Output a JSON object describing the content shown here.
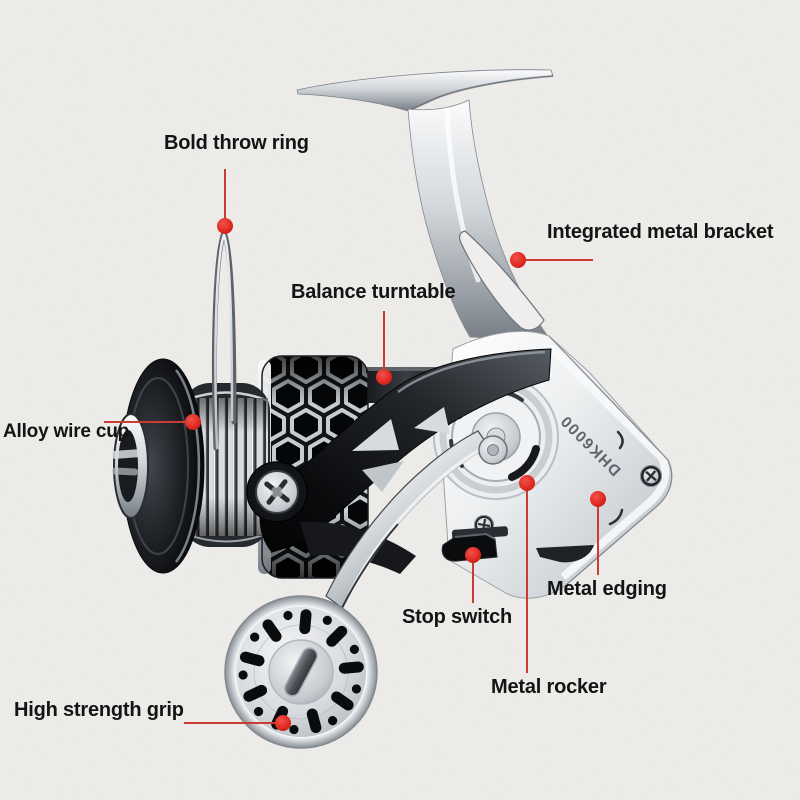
{
  "product": {
    "model": "DHK6000"
  },
  "colors": {
    "background": "#f2f1ee",
    "callout_red": "#e02a22",
    "callout_line": "#c83c32",
    "label_text": "#141414",
    "model_text": "#5f646c"
  },
  "callouts": [
    {
      "id": "bold-throw-ring",
      "label": "Bold throw ring"
    },
    {
      "id": "integrated-metal-bracket",
      "label": "Integrated metal bracket"
    },
    {
      "id": "balance-turntable",
      "label": "Balance turntable"
    },
    {
      "id": "alloy-wire-cup",
      "label": "Alloy wire cup"
    },
    {
      "id": "metal-edging",
      "label": "Metal edging"
    },
    {
      "id": "stop-switch",
      "label": "Stop switch"
    },
    {
      "id": "metal-rocker",
      "label": "Metal rocker"
    },
    {
      "id": "high-strength-grip",
      "label": "High strength grip"
    }
  ]
}
